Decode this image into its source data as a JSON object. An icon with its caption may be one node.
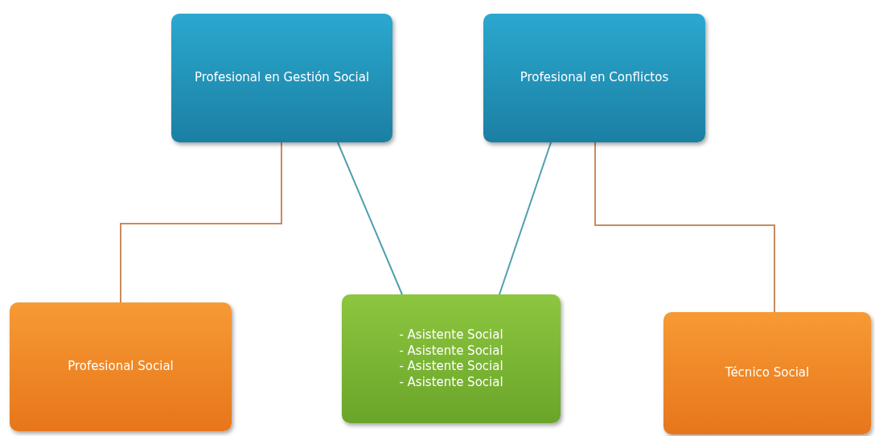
{
  "diagram": {
    "nodes": [
      {
        "text": [
          "Profesional en Gestión Social"
        ]
      },
      {
        "text": [
          "Profesional en Conflictos"
        ]
      },
      {
        "text": [
          "Profesional Social"
        ]
      },
      {
        "text": [
          "- Asistente Social",
          "- Asistente Social",
          "- Asistente Social",
          "- Asistente Social"
        ]
      },
      {
        "text": [
          "Técnico Social"
        ]
      }
    ],
    "edges": [
      {
        "from": 0,
        "to": 2,
        "arrow": "none",
        "color": "#c98a5e"
      },
      {
        "from": 0,
        "to": 3,
        "arrow": "none",
        "color": "#4f9fae"
      },
      {
        "from": 1,
        "to": 3,
        "arrow": "none",
        "color": "#4f9fae"
      },
      {
        "from": 1,
        "to": 4,
        "arrow": "none",
        "color": "#c98a5e"
      }
    ]
  }
}
